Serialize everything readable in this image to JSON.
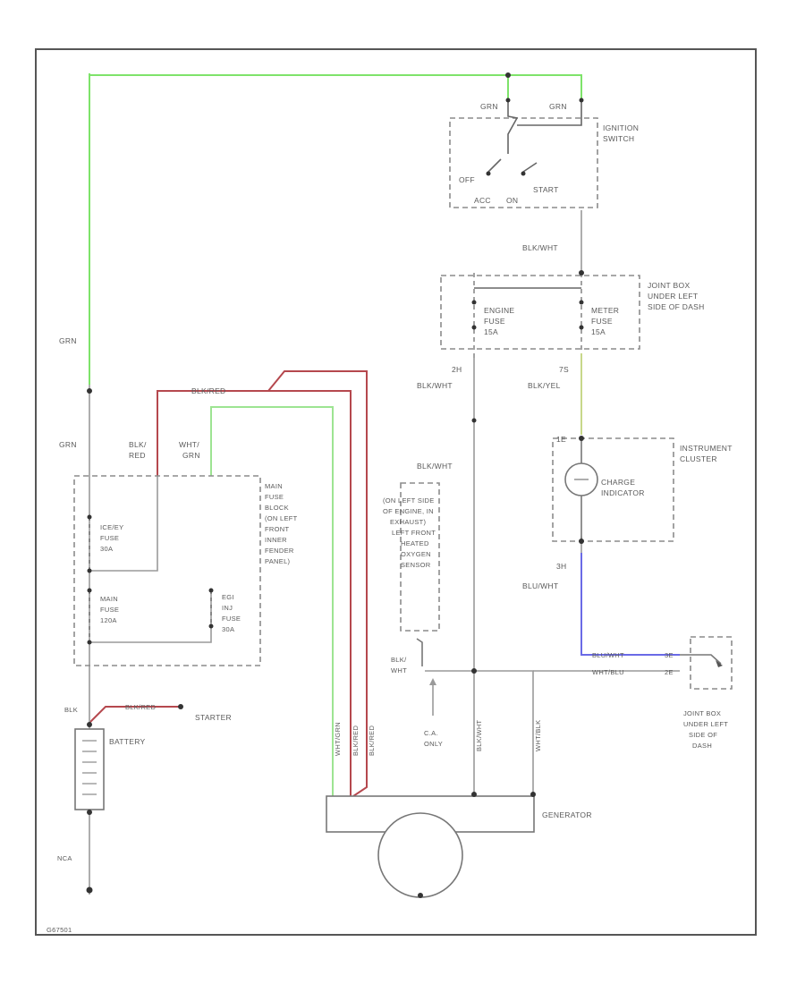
{
  "colors": {
    "green_wire": "#7ee36a",
    "red_wire": "#b5484e",
    "blue_wire": "#6a6ae6",
    "yellow_wire": "#c8d88a",
    "gray_wire": "#9a9a9a",
    "frame": "#555555"
  },
  "labels": {
    "grn_top_left": "GRN",
    "grn_top_right": "GRN",
    "ignition_switch": [
      "IGNITION",
      "SWITCH"
    ],
    "off": "OFF",
    "acc": "ACC",
    "on": "ON",
    "start": "START",
    "blk_wht_top": "BLK/WHT",
    "joint_box_top": [
      "JOINT BOX",
      "UNDER LEFT",
      "SIDE OF DASH"
    ],
    "engine_fuse": [
      "ENGINE",
      "FUSE",
      "15A"
    ],
    "meter_fuse": [
      "METER",
      "FUSE",
      "15A"
    ],
    "pin_2h": "2H",
    "blk_wht_mid": "BLK/WHT",
    "pin_7s": "7S",
    "blk_yel": "BLK/YEL",
    "pin_1e": "1E",
    "instrument_cluster": [
      "INSTRUMENT",
      "CLUSTER"
    ],
    "charge_indicator": [
      "CHARGE",
      "INDICATOR"
    ],
    "grn_left_mid": "GRN",
    "grn_left_low": "GRN",
    "blk_red_left": [
      "BLK/",
      "RED"
    ],
    "wht_grn": [
      "WHT/",
      "GRN"
    ],
    "blk_red_top": "BLK/RED",
    "blk_wht_center": "BLK/WHT",
    "on_left_side": [
      "(ON LEFT SIDE",
      "OF ENGINE, IN",
      "EXHAUST)",
      "LEFT FRONT",
      "HEATED",
      "OXYGEN",
      "SENSOR"
    ],
    "main_fuse_block": [
      "MAIN",
      "FUSE",
      "BLOCK",
      "(ON LEFT",
      "FRONT",
      "INNER",
      "FENDER",
      "PANEL)"
    ],
    "iceey_fuse": [
      "ICE/EY",
      "FUSE",
      "30A"
    ],
    "main_fuse": [
      "MAIN",
      "FUSE",
      "120A"
    ],
    "eqi_fuse": [
      "EGI",
      "INJ",
      "FUSE",
      "30A"
    ],
    "pin_3h": "3H",
    "blu_wht": "BLU/WHT",
    "blu_wht_right": "BLU/WHT",
    "wht_blu": "WHT/BLU",
    "pin_3e": "3E",
    "pin_2e": "2E",
    "blk_wht_side": [
      "BLK/",
      "WHT"
    ],
    "joint_box_bottom": [
      "JOINT BOX",
      "UNDER LEFT",
      "SIDE OF",
      "DASH"
    ],
    "blk_left": "BLK",
    "blk_red_starter": "BLK/RED",
    "starter": "STARTER",
    "battery": "BATTERY",
    "vert_wht_grn": "WHT/GRN",
    "vert_blk_red1": "BLK/RED",
    "vert_blk_red2": "BLK/RED",
    "vert_blk_wht": "BLK/WHT",
    "vert_wht_blk": "WHT/BLK",
    "ca_only": [
      "C.A.",
      "ONLY"
    ],
    "generator": "GENERATOR",
    "nca": "NCA",
    "figure_id": "G67501"
  }
}
